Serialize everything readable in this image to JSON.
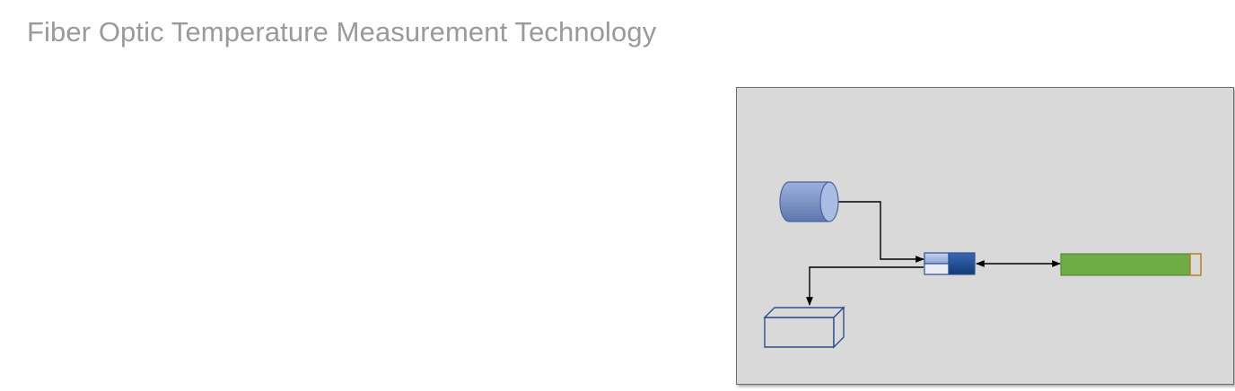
{
  "slide": {
    "title": "Fiber Optic Temperature Measurement Technology"
  },
  "colors": {
    "title_text": "#9a9a9a",
    "panel_background": "#d9d9d9",
    "panel_border": "#6e6e6e",
    "laser_source_fill": "#7f95c6",
    "coupler_light_fill": "#a9bde0",
    "coupler_dark_fill": "#1f4e96",
    "box_stroke": "#2f4f8f",
    "fiber_fill": "#6fac46",
    "fiber_stroke": "#4e7d2f",
    "fiber_end_stroke": "#b07d1a",
    "connector_line": "#000000"
  },
  "diagram": {
    "components": [
      {
        "id": "laser-source",
        "shape": "cylinder"
      },
      {
        "id": "optical-coupler",
        "shape": "split-rectangle"
      },
      {
        "id": "detector-box",
        "shape": "3d-box"
      },
      {
        "id": "sensing-fiber",
        "shape": "bar"
      }
    ],
    "connections": [
      {
        "from": "laser-source",
        "to": "optical-coupler",
        "arrow": "end"
      },
      {
        "from": "optical-coupler",
        "to": "sensing-fiber",
        "arrow": "both"
      },
      {
        "from": "optical-coupler",
        "to": "detector-box",
        "arrow": "end"
      }
    ]
  }
}
